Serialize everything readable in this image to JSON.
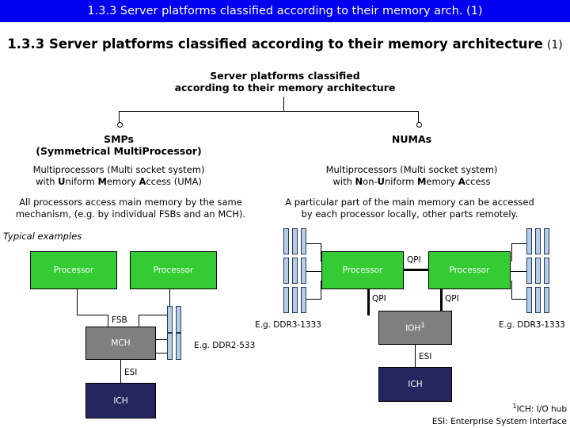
{
  "banner": {
    "text": "1.3.3 Server platforms classified according to their memory arch. (1)",
    "background": "#0000EE",
    "text_color": "#FFFFFF"
  },
  "slide_title": {
    "main": "1.3.3 Server platforms classified according to their memory architecture",
    "suffix": "(1)"
  },
  "tree": {
    "root_line1": "Server platforms classified",
    "root_line2": "according to their memory architecture",
    "branches": [
      {
        "key": "smp",
        "label": "SMPs"
      },
      {
        "key": "numa",
        "label": "NUMAs"
      }
    ]
  },
  "smp": {
    "heading": "SMPs",
    "expansion_prefix": "(",
    "expansion_s": "S",
    "expansion_ymmetrical": "ymmetrical ",
    "expansion_m": "M",
    "expansion_ulti": "ulti",
    "expansion_p": "P",
    "expansion_rocessor": "rocessor)",
    "sub_line1": "Multiprocessors (Multi socket system)",
    "sub_line2_pre": "with ",
    "sub_line2_u": "U",
    "sub_line2_niform": "niform ",
    "sub_line2_m": "M",
    "sub_line2_emory": "emory ",
    "sub_line2_a": "A",
    "sub_line2_ccess": "ccess (UMA)",
    "desc_line1": "All processors access main memory by the same",
    "desc_line2": "mechanism, (e.g. by individual FSBs and an MCH)."
  },
  "numa": {
    "heading": "NUMAs",
    "sub_line1": "Multiprocessors (Multi socket system)",
    "sub_line2_pre": "with ",
    "sub_line2_n": "N",
    "sub_line2_on": "on-",
    "sub_line2_u": "U",
    "sub_line2_niform": "niform ",
    "sub_line2_m": "M",
    "sub_line2_emory": "emory ",
    "sub_line2_a": "A",
    "sub_line2_ccess": "ccess",
    "desc_line1": "A particular part of the main memory can be accessed",
    "desc_line2": "by each processor locally, other parts remotely."
  },
  "typical_examples_label": "Typical examples",
  "smp_diagram": {
    "processor_left": "Processor",
    "processor_right": "Processor",
    "mch": "MCH",
    "ich": "ICH",
    "fsb_label": "FSB",
    "esi_label": "ESI",
    "memory_label": "E.g. DDR2-533"
  },
  "numa_diagram": {
    "processor_left": "Processor",
    "processor_right": "Processor",
    "ioh": "IOH",
    "ioh_superscript": "1",
    "ich": "ICH",
    "qpi_center_label": "QPI",
    "qpi_left_label": "QPI",
    "qpi_right_label": "QPI",
    "esi_label": "ESI",
    "memory_label_left": "E.g. DDR3-1333",
    "memory_label_right": "E.g. DDR3-1333"
  },
  "footnotes": {
    "line1_sup": "1",
    "line1": "ICH: I/O hub",
    "line2": "ESI: Enterprise System Interface"
  },
  "colors": {
    "processor": "#33CC33",
    "hub_gray": "#7F7F7F",
    "ich_navy": "#25265E",
    "dimm_fill": "#B8CCE4",
    "dimm_border": "#1F3864",
    "banner_blue": "#0000EE"
  }
}
